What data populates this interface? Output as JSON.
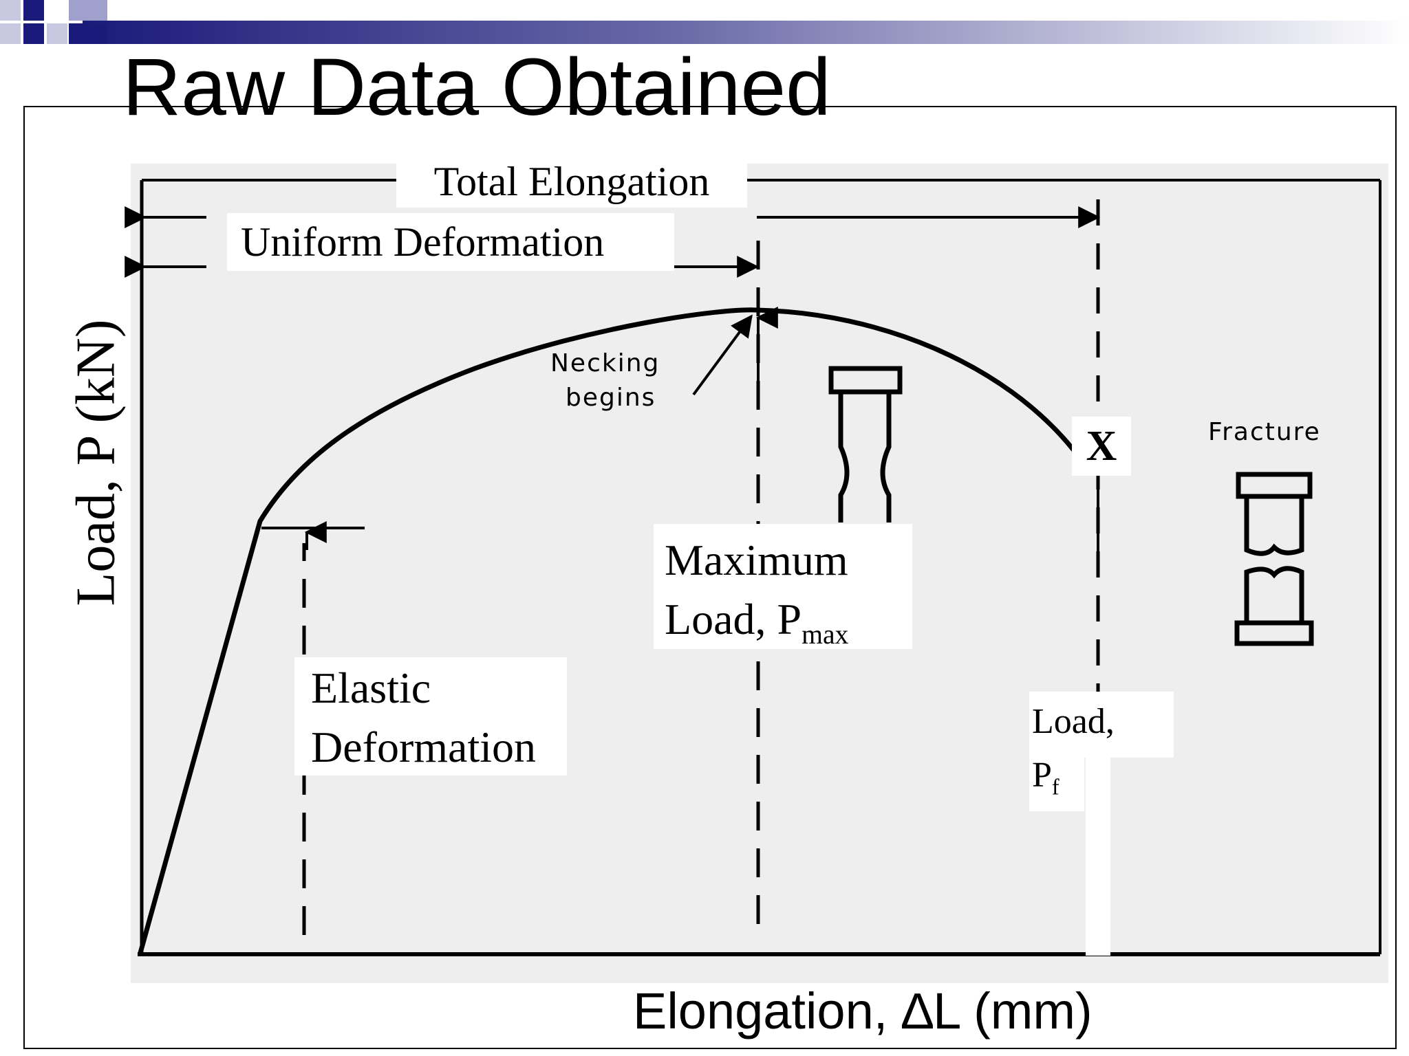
{
  "slide": {
    "title": "Raw Data Obtained"
  },
  "colors": {
    "banner_dark": "#1a1a7a",
    "banner_light": "#ffffff",
    "plot_background": "#eeeeee",
    "ink": "#000000"
  },
  "axes": {
    "y_label": "Load, P (kN)",
    "x_label": "Elongation, ∆L (mm)"
  },
  "annotations": {
    "total_elongation": "Total Elongation",
    "uniform_deformation": "Uniform Deformation",
    "necking_line1": "Necking",
    "necking_line2": "begins",
    "fracture_top": "Fracture",
    "fracture_marker": "X",
    "max_load_line1": "Maximum",
    "max_load_line2_prefix": "Load, P",
    "max_load_sub": "max",
    "elastic_line1": "Elastic",
    "elastic_line2": "Deformation",
    "fracture_load_line1": "Load,",
    "fracture_load_prefix": "P",
    "fracture_load_sub": "f"
  },
  "icons": {
    "specimen_necking": "necked-specimen-icon",
    "specimen_fractured": "fractured-specimen-icon",
    "title_decoration": "banner-squares-icon"
  }
}
